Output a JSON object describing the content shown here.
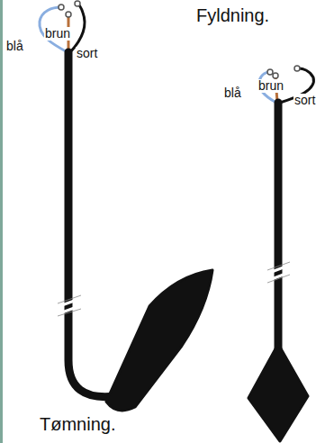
{
  "diagram": {
    "labels": [
      "Fyldning.",
      "brun",
      "blå",
      "sort",
      "brun",
      "blå",
      "sort",
      "Tømning."
    ]
  }
}
